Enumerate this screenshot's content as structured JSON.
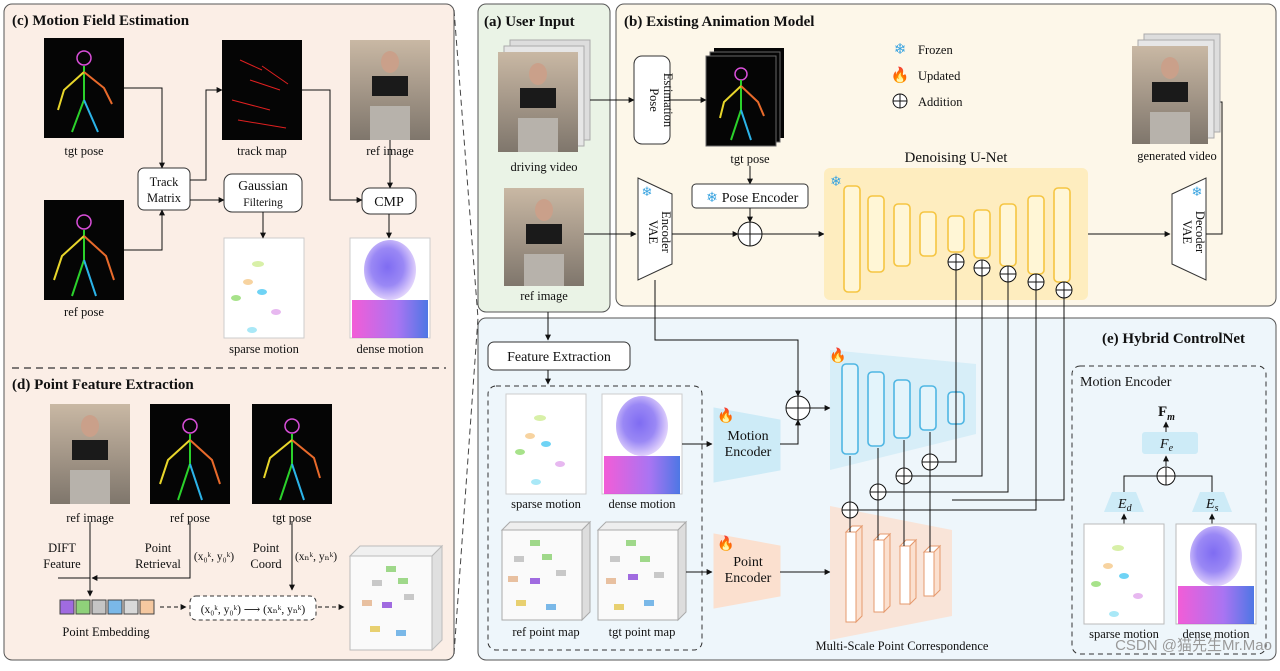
{
  "sections": {
    "motion_field": "(c) Motion Field Estimation",
    "user_input": "(a) User Input",
    "existing_model": "(b) Existing Animation Model",
    "point_feature": "(d) Point Feature Extraction",
    "hybrid_controlnet": "(e) Hybrid ControlNet"
  },
  "legend": {
    "frozen": "Frozen",
    "updated": "Updated",
    "addition": "Addition"
  },
  "labels": {
    "tgt_pose": "tgt pose",
    "ref_pose": "ref pose",
    "track_map": "track map",
    "ref_image": "ref image",
    "track_matrix_1": "Track",
    "track_matrix_2": "Matrix",
    "gaussian_1": "Gaussian",
    "gaussian_2": "Filtering",
    "cmp": "CMP",
    "sparse_motion": "sparse motion",
    "dense_motion": "dense motion",
    "driving_video": "driving video",
    "pose_estimation_1": "Pose",
    "pose_estimation_2": "Estimation",
    "pose_encoder": "Pose Encoder",
    "vae_encoder_1": "VAE",
    "vae_encoder_2": "Encoder",
    "vae_decoder_1": "VAE",
    "vae_decoder_2": "Decoder",
    "denoising_unet": "Denoising U-Net",
    "generated_video": "generated video",
    "feature_extraction": "Feature Extraction",
    "motion_encoder_box_1": "Motion",
    "motion_encoder_box_2": "Encoder",
    "point_encoder_box_1": "Point",
    "point_encoder_box_2": "Encoder",
    "ref_point_map": "ref point map",
    "tgt_point_map": "tgt point map",
    "multi_scale": "Multi-Scale Point Correspondence",
    "motion_encoder_title": "Motion Encoder",
    "fm": "F",
    "fm_sub": "m",
    "fe": "F",
    "fe_sub": "e",
    "ed": "E",
    "ed_sub": "d",
    "es": "E",
    "es_sub": "s",
    "dift_1": "DIFT",
    "dift_2": "Feature",
    "point_retrieval_1": "Point",
    "point_retrieval_2": "Retrieval",
    "point_coord_1": "Point",
    "point_coord_2": "Coord",
    "coord_ref": "(x₀ᵏ, y₀ᵏ)",
    "coord_tgt": "(xₙᵏ, yₙᵏ)",
    "coord_map": "(x₀ᵏ, y₀ᵏ) ⟶ (xₙᵏ, yₙᵏ)",
    "point_embedding": "Point Embedding"
  },
  "watermark": "CSDN @猫先生Mr.Mao",
  "colors": {
    "panel_c_bg": "#fbeee6",
    "panel_a_bg": "#eaf3e6",
    "panel_b_bg": "#fdf7e9",
    "panel_e_bg": "#eef6fb",
    "unet_yellow": "#f5c542",
    "unet_fill": "#fde9b0",
    "control_blue": "#4fb6e3",
    "control_fill": "#cdebf7",
    "point_orange": "#e59a6e",
    "point_fill": "#fbe0cf",
    "flame": "#e8432c",
    "snow": "#3aa4e0"
  }
}
